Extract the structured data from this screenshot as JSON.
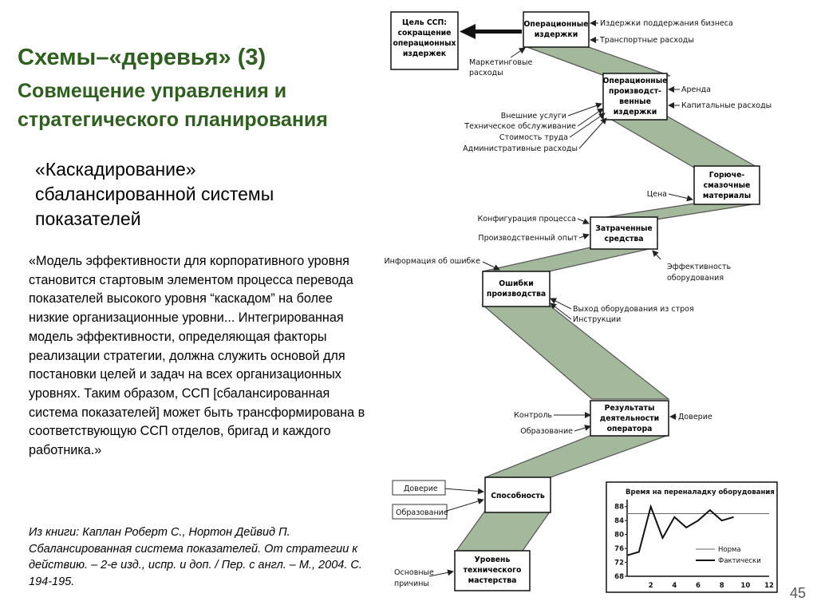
{
  "slide": {
    "title_line1": "Схемы–«деревья» (3)",
    "title_line2": "Совмещение управления и стратегического планирования",
    "subtitle": "«Каскадирование» сбалансированной системы показателей",
    "quote": "«Модель эффективности для корпоративного уровня становится стартовым элементом процесса перевода показателей высокого уровня “каскадом” на более низкие организационные уровни... Интегрированная модель эффективности, определяющая факторы реализации стратегии, должна служить основой для постановки целей и задач на всех организационных уровнях. Таким образом, ССП [сбалансированная система показателей] может быть трансформирована в соответствующую ССП отделов, бригад и каждого работника.»",
    "source": "Из книги: Каплан Роберт С., Нортон Дейвид П. Сбалансированная система показателей. От стратегии к действию. – 2-е изд., испр. и доп. / Пер. с англ. – М., 2004. С. 194-195.",
    "page_number": "45"
  },
  "diagram": {
    "goal_box": [
      "Цель ССП:",
      "сокращение",
      "операционных",
      "издержек"
    ],
    "nodes": [
      {
        "id": "op-costs",
        "lines": [
          "Операционные",
          "издержки"
        ]
      },
      {
        "id": "prod-costs",
        "lines": [
          "Операционные",
          "производст-",
          "венные",
          "издержки"
        ]
      },
      {
        "id": "fuel",
        "lines": [
          "Горюче-",
          "смазочные",
          "материалы"
        ]
      },
      {
        "id": "spent",
        "lines": [
          "Затраченные",
          "средства"
        ]
      },
      {
        "id": "errors",
        "lines": [
          "Ошибки",
          "производства"
        ]
      },
      {
        "id": "results",
        "lines": [
          "Результаты",
          "деятельности",
          "оператора"
        ]
      },
      {
        "id": "ability",
        "lines": [
          "Способность"
        ]
      },
      {
        "id": "mastery",
        "lines": [
          "Уровень",
          "технического",
          "мастерства"
        ]
      }
    ],
    "labels": {
      "op_right1": "Издержки поддержания бизнеса",
      "op_right2": "Транспортные расходы",
      "op_left": [
        "Маркетинговые",
        "расходы"
      ],
      "prod_right1": "Аренда",
      "prod_right2": "Капитальные расходы",
      "prod_left": [
        "Внешние услуги",
        "Техническое обслуживание",
        "Стоимость труда",
        "Административные расходы"
      ],
      "fuel_left": "Цена",
      "spent_left1": "Конфигурация процесса",
      "spent_left2": "Производственный опыт",
      "spent_right": [
        "Эффективность",
        "оборудования"
      ],
      "errors_left": "Информация об ошибке",
      "errors_right1": "Выход оборудования из строя",
      "errors_right2": "Инструкции",
      "results_left1": "Контроль",
      "results_left2": "Образование",
      "results_right": "Доверие",
      "ability_left1": "Доверие",
      "ability_left2": "Образование",
      "mastery_left": [
        "Основные",
        "причины"
      ]
    }
  },
  "chart_data": {
    "type": "line",
    "title": "Время на переналадку оборудования",
    "x_ticks": [
      "2",
      "4",
      "6",
      "8",
      "10",
      "12"
    ],
    "y_ticks": [
      "68",
      "72",
      "76",
      "80",
      "84",
      "88"
    ],
    "xlim": [
      0,
      12
    ],
    "ylim": [
      68,
      90
    ],
    "series": [
      {
        "name": "Норма",
        "x": [
          0,
          12
        ],
        "y": [
          86,
          86
        ]
      },
      {
        "name": "Фактически",
        "x": [
          0,
          1,
          2,
          3,
          4,
          5,
          6,
          7,
          8,
          9
        ],
        "y": [
          74,
          75,
          88,
          79,
          85,
          82,
          84,
          87,
          84,
          85
        ]
      }
    ]
  }
}
